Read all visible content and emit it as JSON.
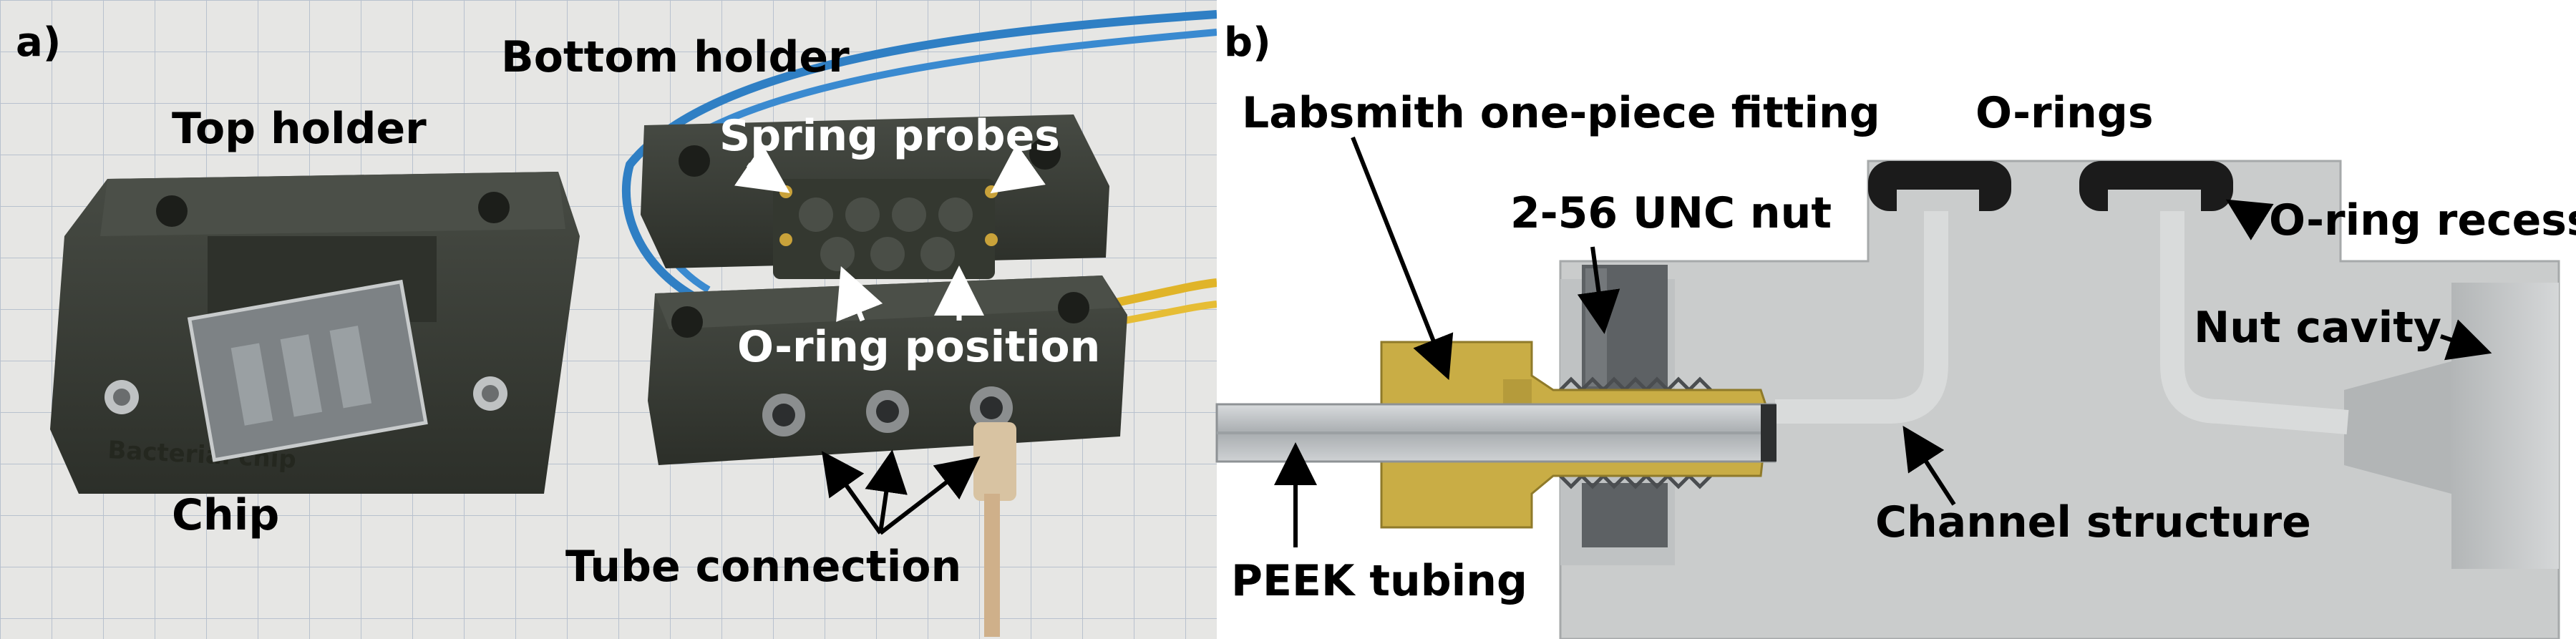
{
  "panel_a": {
    "letter": "a)",
    "labels": {
      "bottom_holder": "Bottom holder",
      "top_holder": "Top holder",
      "spring_probes": "Spring probes",
      "oring_position": "O-ring position",
      "chip": "Chip",
      "tube_connection": "Tube connection"
    }
  },
  "panel_b": {
    "letter": "b)",
    "labels": {
      "labsmith": "Labsmith one-piece fitting",
      "orings": "O-rings",
      "unc_nut": "2-56 UNC nut",
      "oring_recess": "O-ring recess",
      "nut_cavity": "Nut cavity",
      "channel_structure": "Channel structure",
      "peek_tubing": "PEEK tubing"
    }
  },
  "colors": {
    "paper": "#e4e4e2",
    "grid": "#b9c2cf",
    "holder": "#3b3f38",
    "holder_dark": "#2a2d27",
    "block": "#c9cbcb",
    "block_edge": "#9da0a1",
    "fitting": "#c8ad46",
    "nut": "#5e6265",
    "oring": "#1e1e1e",
    "wire_blue": "#2f7fc4",
    "wire_yellow": "#e0b429"
  }
}
